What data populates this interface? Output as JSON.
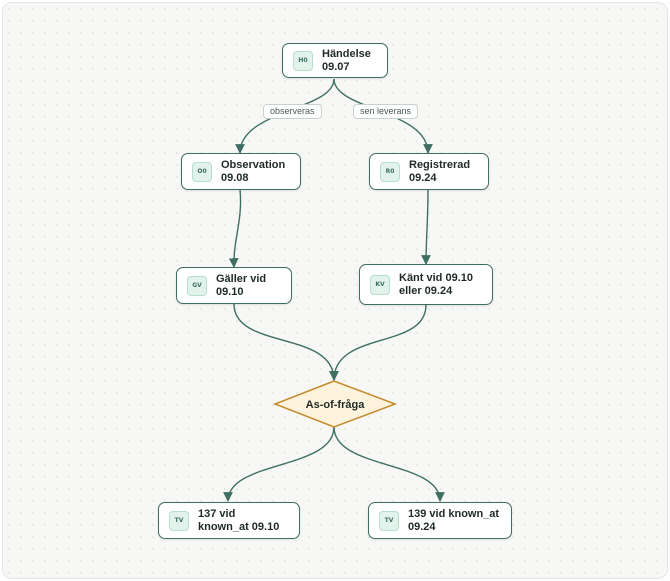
{
  "nodes": {
    "handelse": {
      "badge": "H0",
      "label": "Händelse 09.07"
    },
    "observation": {
      "badge": "O0",
      "label": "Observation 09.08"
    },
    "registrerad": {
      "badge": "R0",
      "label": "Registrerad 09.24"
    },
    "galler": {
      "badge": "GV",
      "label": "Gäller vid 09.10"
    },
    "kant": {
      "badge": "KV",
      "label": "Känt vid 09.10 eller 09.24"
    },
    "asof": {
      "label": "As-of-fråga"
    },
    "tv1": {
      "badge": "TV",
      "label": "137 vid known_at 09.10"
    },
    "tv2": {
      "badge": "TV",
      "label": "139 vid known_at 09.24"
    }
  },
  "edge_labels": {
    "observeras": "observeras",
    "sen_leverans": "sen leverans"
  },
  "colors": {
    "edge": "#3f6f62",
    "node_border": "#3f6f62",
    "diamond_fill": "#fdf3dc",
    "diamond_border": "#c48a2c"
  }
}
